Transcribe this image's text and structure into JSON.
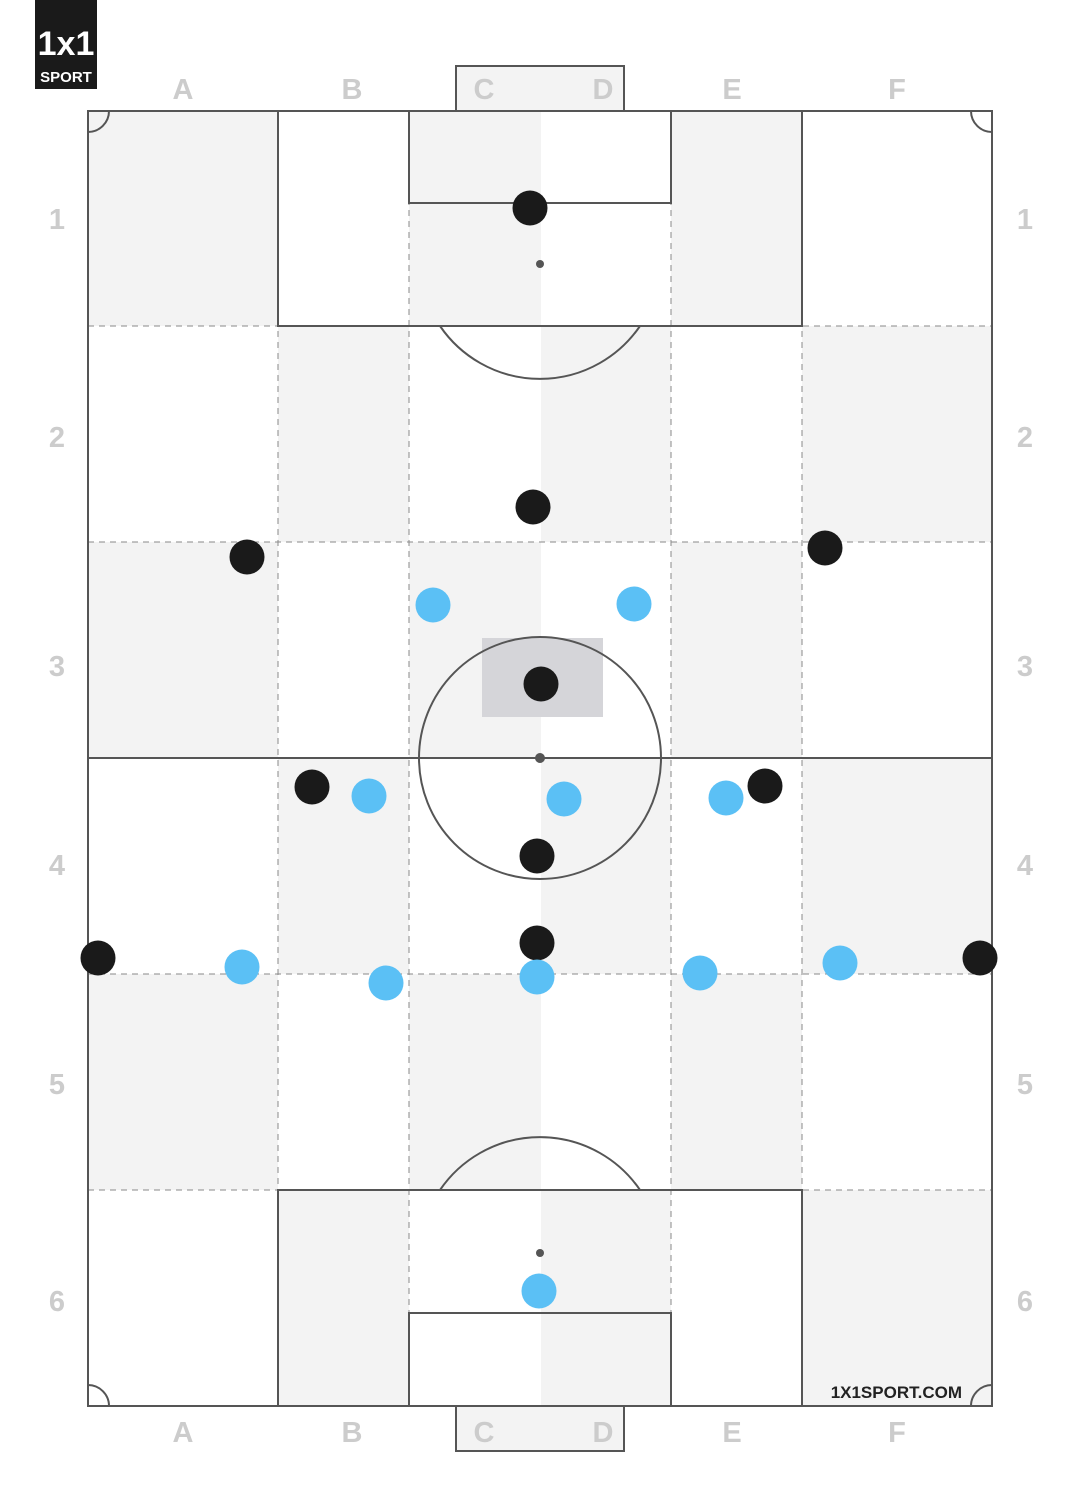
{
  "logo": {
    "mark": "1x1",
    "word": "SPORT"
  },
  "website": "1X1SPORT.COM",
  "columns": [
    "A",
    "B",
    "C",
    "D",
    "E",
    "F"
  ],
  "rows": [
    "1",
    "2",
    "3",
    "4",
    "5",
    "6"
  ],
  "colors": {
    "black_team": "#1a1a1a",
    "blue_team": "#5bc0f5",
    "line": "#555555",
    "shade": "#f3f3f3",
    "highlight": "#d5d5d9",
    "label": "#cccccc"
  },
  "players": {
    "black": [
      {
        "col": "C/D",
        "row": 1
      },
      {
        "col": "C/D",
        "row": 2
      },
      {
        "col": "A/B",
        "row": "2/3"
      },
      {
        "col": "E/F",
        "row": "2/3"
      },
      {
        "col": "C/D",
        "row": 3
      },
      {
        "col": "B",
        "row": 4
      },
      {
        "col": "E",
        "row": 4
      },
      {
        "col": "C/D",
        "row": 4
      },
      {
        "col": "C/D",
        "row": "4/5"
      },
      {
        "col": "A",
        "row": "4/5"
      },
      {
        "col": "F",
        "row": "4/5"
      }
    ],
    "blue": [
      {
        "col": "C",
        "row": 3
      },
      {
        "col": "D",
        "row": 3
      },
      {
        "col": "B",
        "row": 4
      },
      {
        "col": "C/D",
        "row": 4
      },
      {
        "col": "E",
        "row": 4
      },
      {
        "col": "A/B",
        "row": "4/5"
      },
      {
        "col": "B",
        "row": "4/5"
      },
      {
        "col": "C/D",
        "row": "4/5"
      },
      {
        "col": "E",
        "row": "4/5"
      },
      {
        "col": "E/F",
        "row": "4/5"
      },
      {
        "col": "C/D",
        "row": 6
      }
    ]
  }
}
